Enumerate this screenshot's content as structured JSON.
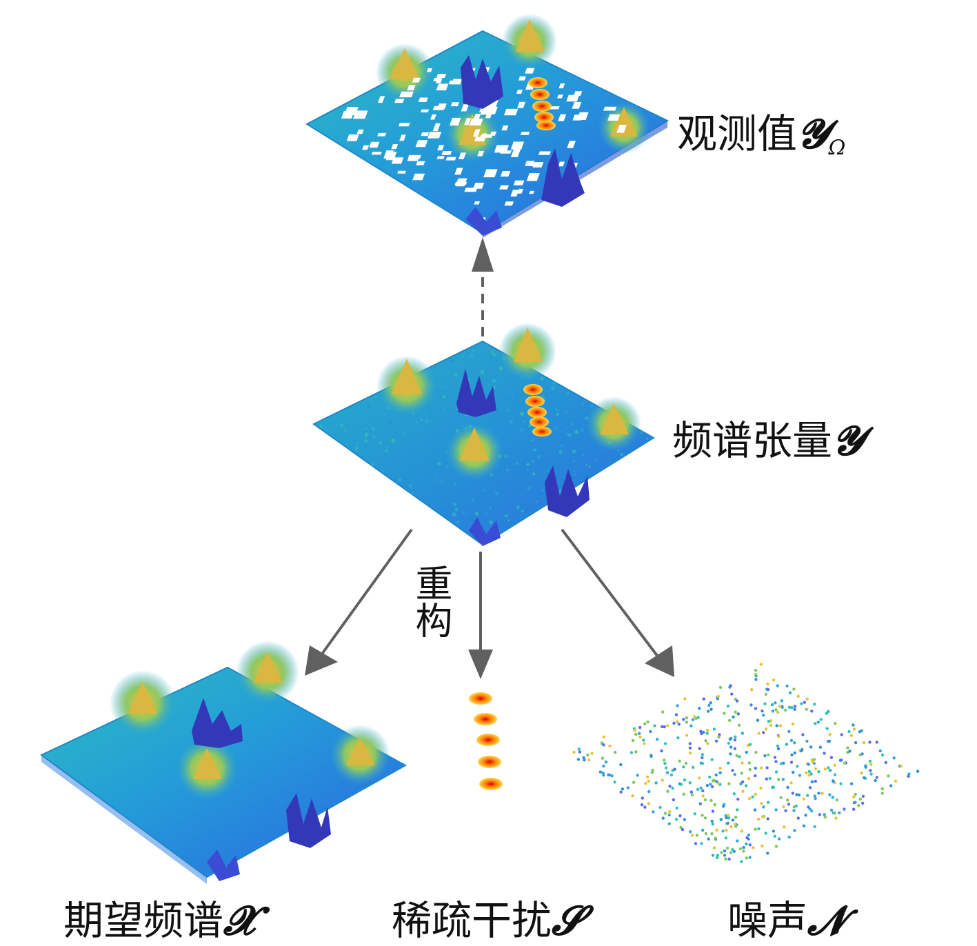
{
  "labels": {
    "observed": {
      "text": "观测值",
      "symbol": "𝓨",
      "subscript": "Ω"
    },
    "tensor": {
      "text": "频谱张量",
      "symbol": "𝓨"
    },
    "expected": {
      "text": "期望频谱",
      "symbol": "𝓧"
    },
    "sparse": {
      "text": "稀疏干扰",
      "symbol": "𝓢"
    },
    "noise": {
      "text": "噪声",
      "symbol": "𝓝"
    },
    "reconstruct": "重构"
  },
  "colors": {
    "surface_base": "#2aa4d8",
    "surface_low": "#2d4fd6",
    "surface_peak": "#e6b93a",
    "interference": "#ff6a00",
    "arrow": "#606060",
    "noise_dot": "#33b5c9"
  }
}
